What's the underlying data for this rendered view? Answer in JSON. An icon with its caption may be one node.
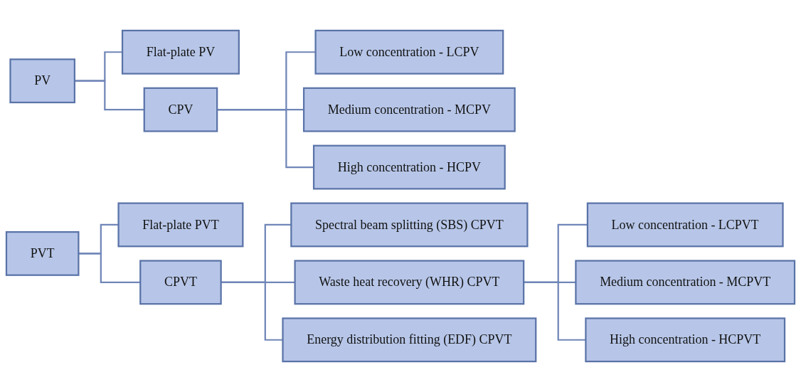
{
  "diagram": {
    "nodes": [
      {
        "text": [
          "PV"
        ]
      },
      {
        "text": [
          "Flat-plate PV"
        ]
      },
      {
        "text": [
          "CPV"
        ]
      },
      {
        "text": [
          "Low concentration - LCPV"
        ]
      },
      {
        "text": [
          "Medium concentration - MCPV"
        ]
      },
      {
        "text": [
          "High concentration - HCPV"
        ]
      },
      {
        "text": [
          "PVT"
        ]
      },
      {
        "text": [
          "Flat-plate PVT"
        ]
      },
      {
        "text": [
          "CPVT"
        ]
      },
      {
        "text": [
          "Spectral beam splitting (SBS) CPVT"
        ]
      },
      {
        "text": [
          "Waste heat recovery (WHR) CPVT"
        ]
      },
      {
        "text": [
          "Energy distribution fitting (EDF) CPVT"
        ]
      },
      {
        "text": [
          "Low concentration - LCPVT"
        ]
      },
      {
        "text": [
          "Medium concentration - MCPVT"
        ]
      },
      {
        "text": [
          "High concentration - HCPVT"
        ]
      }
    ],
    "edges": [
      {
        "from": 0,
        "to": 1,
        "arrow": "none"
      },
      {
        "from": 0,
        "to": 2,
        "arrow": "none"
      },
      {
        "from": 2,
        "to": 3,
        "arrow": "none"
      },
      {
        "from": 2,
        "to": 4,
        "arrow": "none"
      },
      {
        "from": 2,
        "to": 5,
        "arrow": "none"
      },
      {
        "from": 6,
        "to": 7,
        "arrow": "none"
      },
      {
        "from": 6,
        "to": 8,
        "arrow": "none"
      },
      {
        "from": 8,
        "to": 9,
        "arrow": "none"
      },
      {
        "from": 8,
        "to": 10,
        "arrow": "none"
      },
      {
        "from": 8,
        "to": 11,
        "arrow": "none"
      },
      {
        "from": 10,
        "to": 12,
        "arrow": "none"
      },
      {
        "from": 10,
        "to": 13,
        "arrow": "none"
      },
      {
        "from": 10,
        "to": 14,
        "arrow": "none"
      }
    ]
  }
}
